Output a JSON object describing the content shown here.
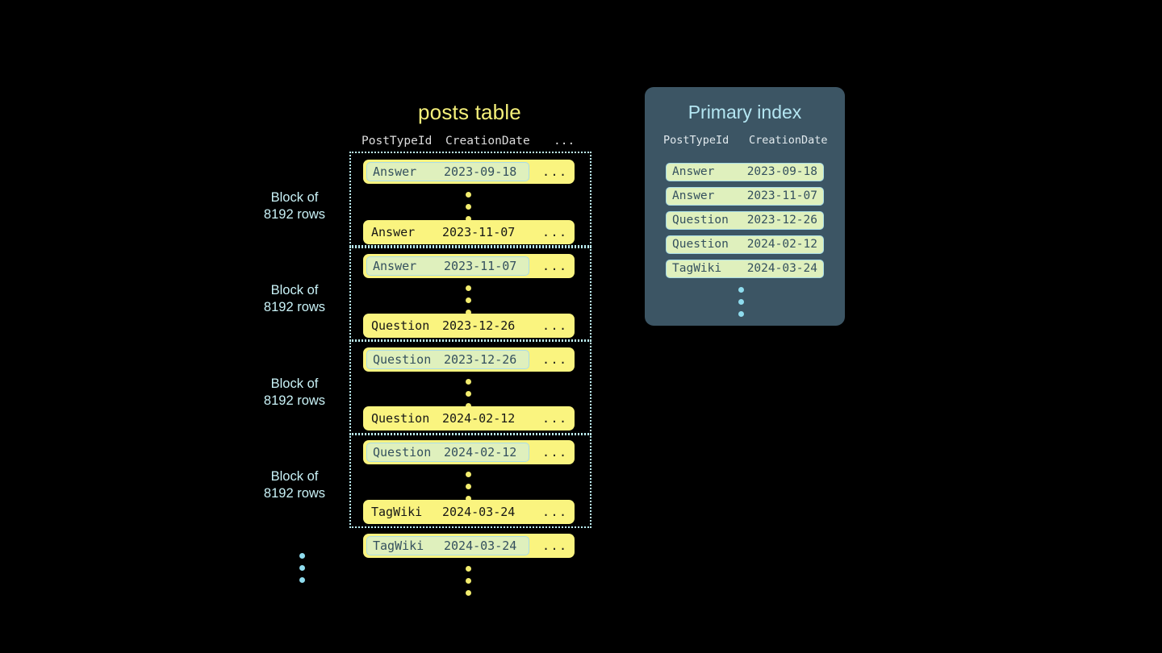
{
  "posts_table": {
    "title": "posts table",
    "columns": [
      "PostTypeId",
      "CreationDate",
      "..."
    ],
    "blocks": [
      {
        "label_line1": "Block of",
        "label_line2": "8192 rows",
        "first_row": {
          "type": "Answer",
          "date": "2023-09-18",
          "more": "...",
          "keyed": true
        },
        "last_row": {
          "type": "Answer",
          "date": "2023-11-07",
          "more": "...",
          "keyed": false
        }
      },
      {
        "label_line1": "Block of",
        "label_line2": "8192 rows",
        "first_row": {
          "type": "Answer",
          "date": "2023-11-07",
          "more": "...",
          "keyed": true
        },
        "last_row": {
          "type": "Question",
          "date": "2023-12-26",
          "more": "...",
          "keyed": false
        }
      },
      {
        "label_line1": "Block of",
        "label_line2": "8192 rows",
        "first_row": {
          "type": "Question",
          "date": "2023-12-26",
          "more": "...",
          "keyed": true
        },
        "last_row": {
          "type": "Question",
          "date": "2024-02-12",
          "more": "...",
          "keyed": false
        }
      },
      {
        "label_line1": "Block of",
        "label_line2": "8192 rows",
        "first_row": {
          "type": "Question",
          "date": "2024-02-12",
          "more": "...",
          "keyed": true
        },
        "last_row": {
          "type": "TagWiki",
          "date": "2024-03-24",
          "more": "...",
          "keyed": false
        }
      }
    ],
    "trailing_row": {
      "type": "TagWiki",
      "date": "2024-03-24",
      "more": "...",
      "keyed": true
    }
  },
  "primary_index": {
    "title": "Primary index",
    "columns": [
      "PostTypeId",
      "CreationDate"
    ],
    "rows": [
      {
        "type": "Answer",
        "date": "2023-09-18"
      },
      {
        "type": "Answer",
        "date": "2023-11-07"
      },
      {
        "type": "Question",
        "date": "2023-12-26"
      },
      {
        "type": "Question",
        "date": "2024-02-12"
      },
      {
        "type": "TagWiki",
        "date": "2024-03-24"
      }
    ]
  },
  "colors": {
    "background": "#000000",
    "row_yellow": "#faf47f",
    "key_chip_green": "#dff0bd",
    "key_chip_border": "#a9dce6",
    "block_border_cyan": "#bdf0f5",
    "panel_slate": "#3c5564",
    "title_yellow": "#f5f07a",
    "title_cyan": "#b4e6f2",
    "dots_yellow": "#f2ec6e",
    "dots_cyan": "#8fdcee"
  }
}
